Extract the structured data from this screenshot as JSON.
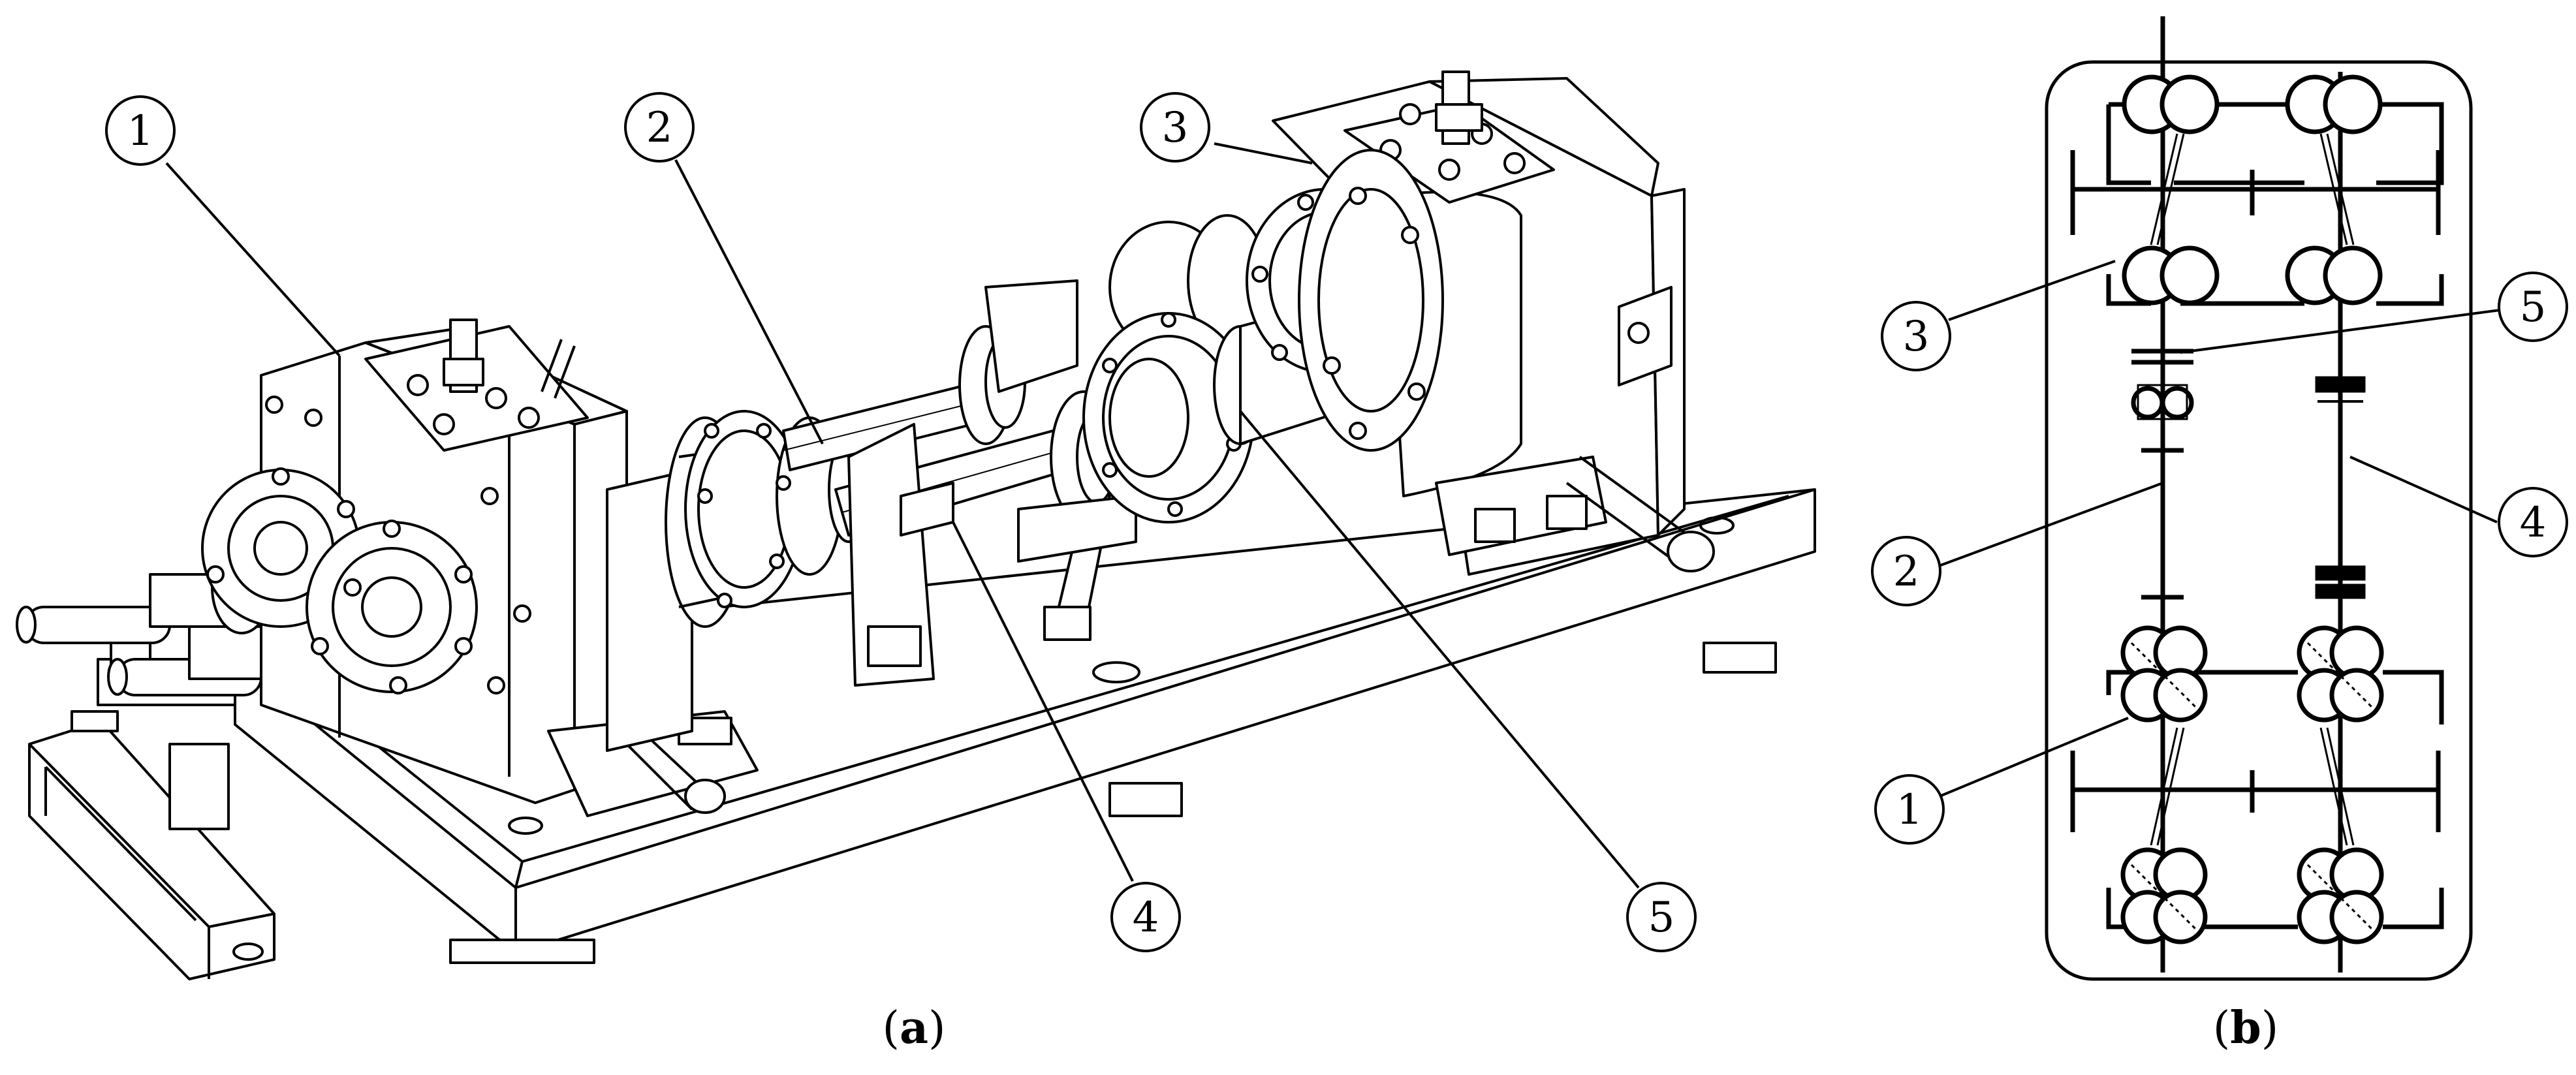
{
  "figure": {
    "panels": [
      {
        "id": "a",
        "caption_open": "(",
        "caption_letter": "a",
        "caption_close": ")"
      },
      {
        "id": "b",
        "caption_open": "(",
        "caption_letter": "b",
        "caption_close": ")"
      }
    ],
    "callouts_a": [
      {
        "id": "1",
        "label": "1"
      },
      {
        "id": "2",
        "label": "2"
      },
      {
        "id": "3",
        "label": "3"
      },
      {
        "id": "4",
        "label": "4"
      },
      {
        "id": "5",
        "label": "5"
      }
    ],
    "callouts_b": [
      {
        "id": "1",
        "label": "1"
      },
      {
        "id": "2",
        "label": "2"
      },
      {
        "id": "3",
        "label": "3"
      },
      {
        "id": "4",
        "label": "4"
      },
      {
        "id": "5",
        "label": "5"
      }
    ]
  }
}
